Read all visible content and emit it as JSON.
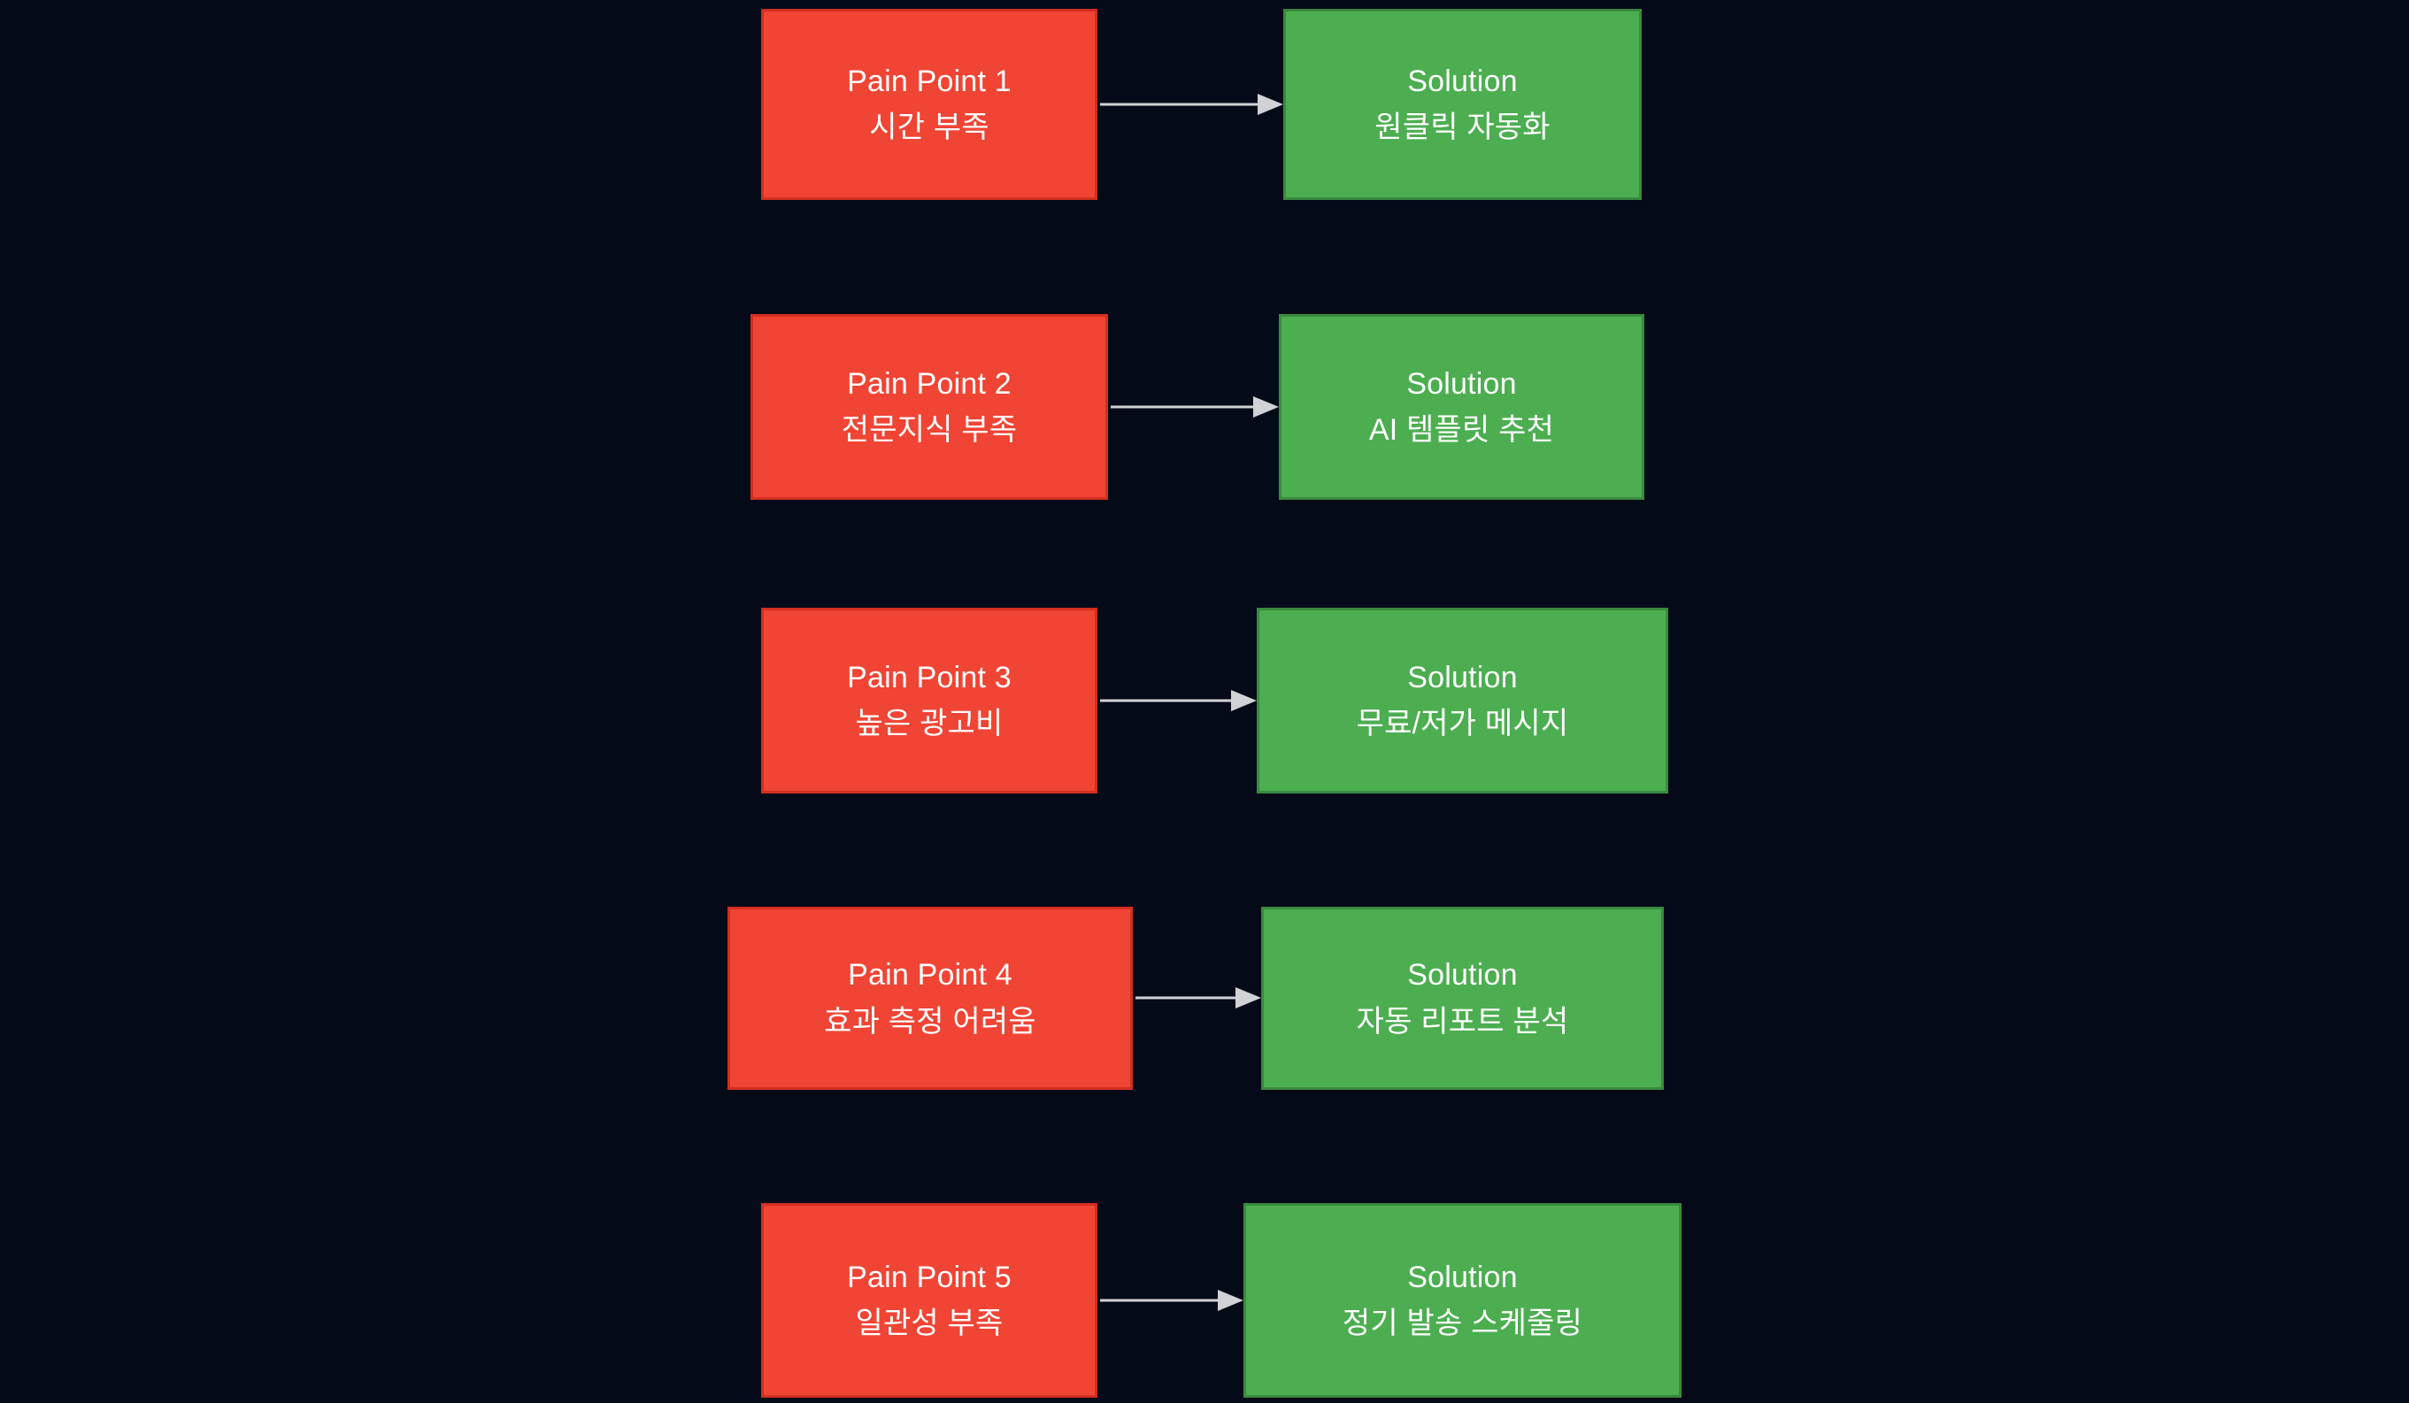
{
  "diagram": {
    "type": "flowchart",
    "orientation": "left-to-right pairs, stacked vertically",
    "background_color": "#050a18",
    "pain_color": "#f04434",
    "pain_border_color": "#d22f20",
    "solution_color": "#4cae50",
    "solution_border_color": "#3a8a3e",
    "arrow_color": "#d0d2d6",
    "text_color": "#ffffff",
    "rows": [
      {
        "pain": {
          "title": "Pain Point 1",
          "detail": "시간 부족"
        },
        "solution": {
          "title": "Solution",
          "detail": "원클릭 자동화"
        },
        "arrow": "arrow-right"
      },
      {
        "pain": {
          "title": "Pain Point 2",
          "detail": "전문지식 부족"
        },
        "solution": {
          "title": "Solution",
          "detail": "AI 템플릿 추천"
        },
        "arrow": "arrow-right"
      },
      {
        "pain": {
          "title": "Pain Point 3",
          "detail": "높은 광고비"
        },
        "solution": {
          "title": "Solution",
          "detail": "무료/저가 메시지"
        },
        "arrow": "arrow-right"
      },
      {
        "pain": {
          "title": "Pain Point 4",
          "detail": "효과 측정 어려움"
        },
        "solution": {
          "title": "Solution",
          "detail": "자동 리포트 분석"
        },
        "arrow": "arrow-right"
      },
      {
        "pain": {
          "title": "Pain Point 5",
          "detail": "일관성 부족"
        },
        "solution": {
          "title": "Solution",
          "detail": "정기 발송 스케줄링"
        },
        "arrow": "arrow-right"
      }
    ]
  }
}
